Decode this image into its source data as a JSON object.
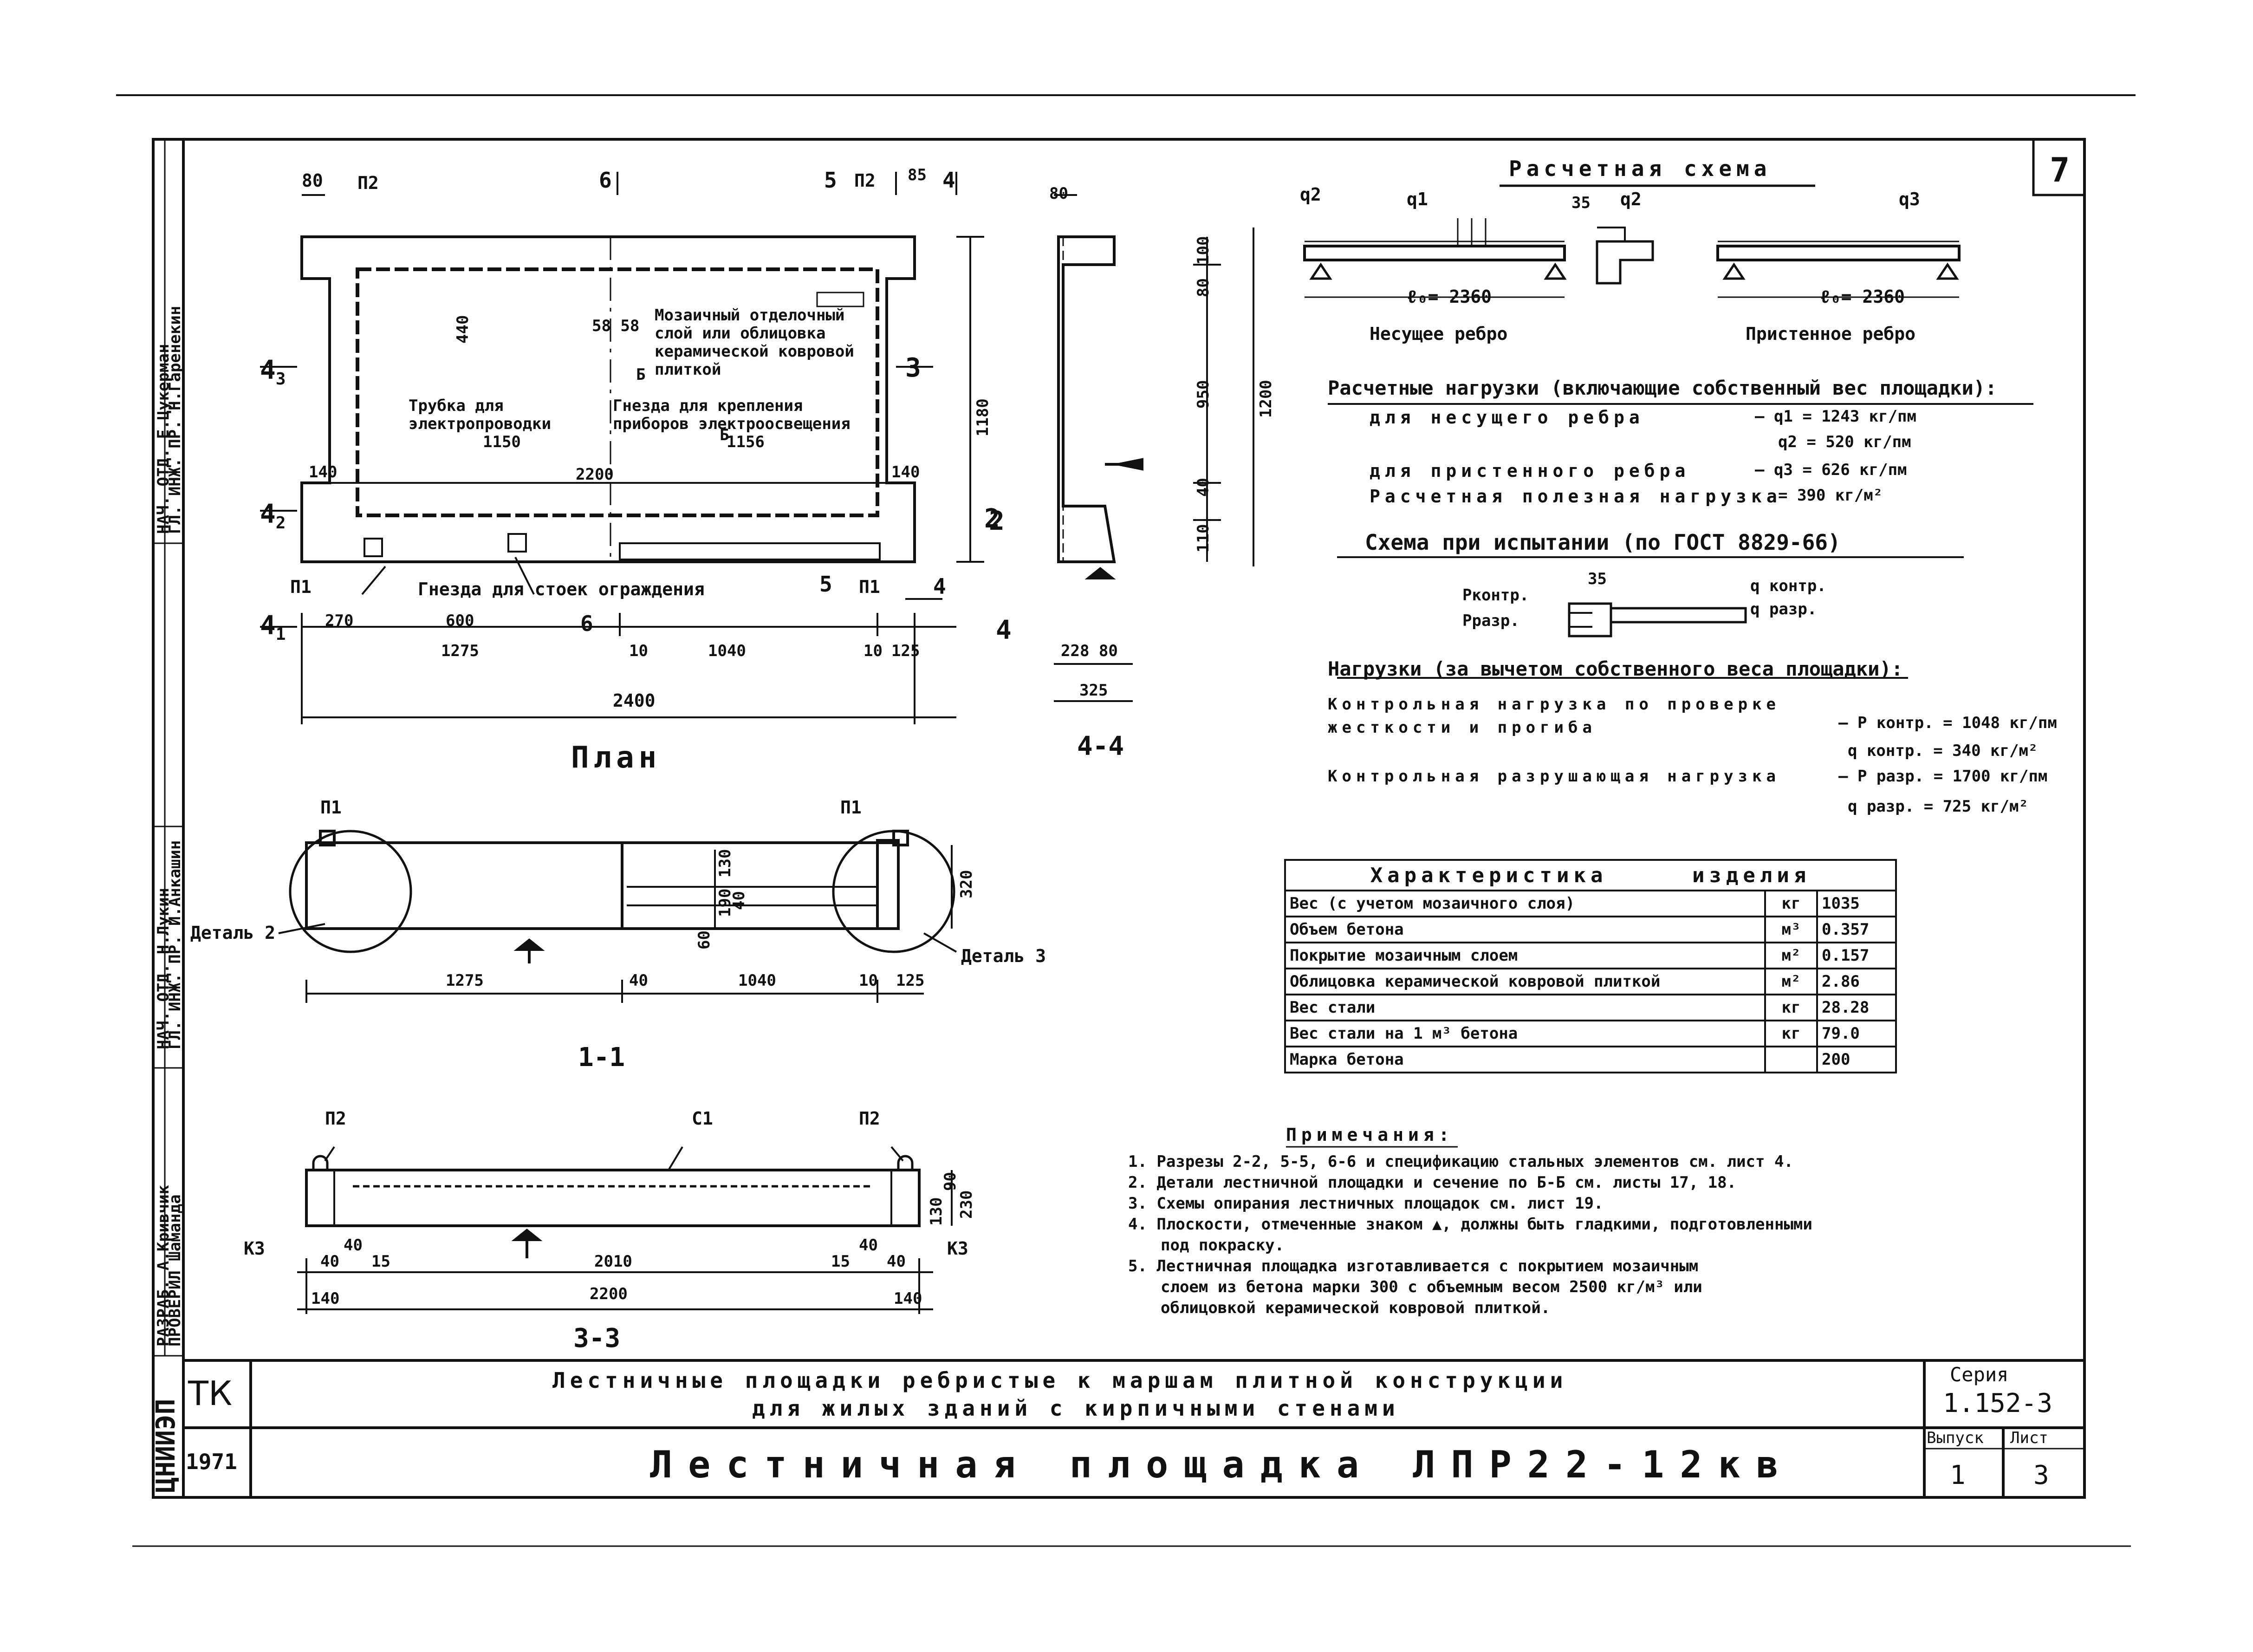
{
  "sheet_number": "7",
  "stamp": {
    "org": "ЦНИИЭП",
    "rows": [
      {
        "role": "НАЧ. ОТД.",
        "name": "Е.Цукерман"
      },
      {
        "role": "ГЛ. ИНЖ. ПР.",
        "name": "Н.Гаренекин"
      },
      {
        "role": "НАЧ. ОТД.",
        "name": "Н.Лукин"
      },
      {
        "role": "ГЛ. ИНЖ. ПР.",
        "name": "И.Анкашин"
      },
      {
        "role": "РАЗРАБ.",
        "name": "А.Кривчик"
      },
      {
        "role": "ПРОВЕРИЛ",
        "name": "Шаманда"
      }
    ]
  },
  "plan": {
    "caption": "План",
    "pos": [
      "П1",
      "П2",
      "П2",
      "П1"
    ],
    "cuts": [
      "6",
      "5",
      "4",
      "3",
      "2",
      "6",
      "5",
      "4",
      "4",
      "2",
      "3"
    ],
    "labels": {
      "mosaic": "Мозаичный отделочный слой или облицовка керамической ковровой плиткой",
      "pipe": "Трубка для электропроводки",
      "nest_fix": "Гнезда для крепления приборов электроосвещения",
      "nest_rail": "Гнезда для стоек ограждения",
      "cut_ref": "Б"
    },
    "dims": {
      "d80": "80",
      "d85": "85",
      "d440": "440",
      "d1180": "1180",
      "d1150": "1150",
      "d1156": "1156",
      "d2200": "2200",
      "d140a": "140",
      "d140b": "140",
      "d270": "270",
      "d600": "600",
      "d1275": "1275",
      "d10a": "10",
      "d1040": "1040",
      "d10b": "10",
      "d125": "125",
      "d2400": "2400",
      "d5858": "58 58"
    }
  },
  "sec44": {
    "caption": "4-4",
    "dims": {
      "d80": "80",
      "d100": "100",
      "d80b": "80",
      "d950": "950",
      "d40": "40",
      "d110": "110",
      "d1200": "1200",
      "d228": "228 80",
      "d325": "325"
    }
  },
  "sec11": {
    "caption": "1-1",
    "labels": {
      "det2": "Деталь 2",
      "det3": "Деталь 3",
      "p1a": "П1",
      "p1b": "П1"
    },
    "dims": {
      "d1275": "1275",
      "d40": "40",
      "d1040": "1040",
      "d10": "10",
      "d125": "125",
      "d320": "320",
      "d60": "60",
      "d130": "130",
      "d190": "190",
      "d40b": "40"
    }
  },
  "sec33": {
    "caption": "3-3",
    "labels": {
      "p2a": "П2",
      "p2b": "П2",
      "c1": "С1",
      "k3a": "К3",
      "k3b": "К3"
    },
    "dims": {
      "d40a": "40",
      "d40b": "40",
      "d15a": "15",
      "d2010": "2010",
      "d15b": "15",
      "d40c": "40",
      "d40d": "40",
      "d2200": "2200",
      "d140a": "140",
      "d140b": "140",
      "d130": "130",
      "d90": "90",
      "d230": "230"
    }
  },
  "calc": {
    "title": "Расчетная схема",
    "load1": "q2",
    "load2": "q1",
    "load3": "q2",
    "load4": "q3",
    "d35": "35",
    "span1": "ℓ₀= 2360",
    "span2": "ℓ₀= 2360",
    "cap1": "Несущее ребро",
    "cap2": "Пристенное ребро"
  },
  "loads": {
    "title": "Расчетные нагрузки (включающие собственный вес площадки):",
    "line1": "для несущего ребра",
    "q1": "– q1 = 1243 кг/пм",
    "q2": "q2 = 520 кг/пм",
    "line2": "для пристенного ребра",
    "q3": "– q3 = 626 кг/пм",
    "line3": "Расчетная полезная нагрузка",
    "p": "= 390 кг/м²"
  },
  "test": {
    "title": "Схема при испытании (по ГОСТ 8829-66)",
    "p_contr": "Pконтр.",
    "p_razr": "Pразр.",
    "d35": "35",
    "q_contr": "q контр.",
    "q_razr": "q разр."
  },
  "test_loads": {
    "title": "Нагрузки (за вычетом собственного веса площадки):",
    "l1": "Контрольная нагрузка по проверке",
    "l2": "жесткости и прогиба",
    "v1": "– P контр. = 1048 кг/пм",
    "v2": "q контр. = 340 кг/м²",
    "l3": "Контрольная разрушающая нагрузка",
    "v3": "– P разр. = 1700 кг/пм",
    "v4": "q разр. = 725 кг/м²"
  },
  "char_table": {
    "header_left": "Характеристика",
    "header_right": "изделия",
    "rows": [
      {
        "name": "Вес (с учетом мозаичного слоя)",
        "unit": "кг",
        "value": "1035"
      },
      {
        "name": "Объем бетона",
        "unit": "м³",
        "value": "0.357"
      },
      {
        "name": "Покрытие мозаичным слоем",
        "unit": "м²",
        "value": "0.157"
      },
      {
        "name": "Облицовка керамической ковровой плиткой",
        "unit": "м²",
        "value": "2.86"
      },
      {
        "name": "Вес стали",
        "unit": "кг",
        "value": "28.28"
      },
      {
        "name": "Вес стали на 1 м³ бетона",
        "unit": "кг",
        "value": "79.0"
      },
      {
        "name": "Марка бетона",
        "unit": "",
        "value": "200"
      }
    ]
  },
  "notes": {
    "title": "Примечания:",
    "items": [
      "1. Разрезы 2-2, 5-5, 6-6 и спецификацию стальных элементов см. лист 4.",
      "2. Детали лестничной площадки и сечение по Б-Б см. листы 17, 18.",
      "3. Схемы опирания лестничных площадок см. лист 19.",
      "4. Плоскости, отмеченные знаком ▲, должны быть гладкими, подготовленными",
      "под покраску.",
      "5. Лестничная площадка изготавливается с покрытием мозаичным",
      "слоем из бетона марки 300 с объемным весом 2500 кг/м³ или",
      "облицовкой керамической ковровой плиткой."
    ]
  },
  "titleblock": {
    "code": "ТК",
    "year": "1971",
    "line1": "Лестничные площадки ребристые к маршам плитной конструкции",
    "line2": "для жилых зданий с кирпичными стенами",
    "title": "Лестничная площадка ЛПР22-12кв",
    "series_label": "Серия",
    "series": "1.152-3",
    "issue_label": "Выпуск",
    "issue": "1",
    "sheet_label": "Лист",
    "sheet": "3"
  }
}
